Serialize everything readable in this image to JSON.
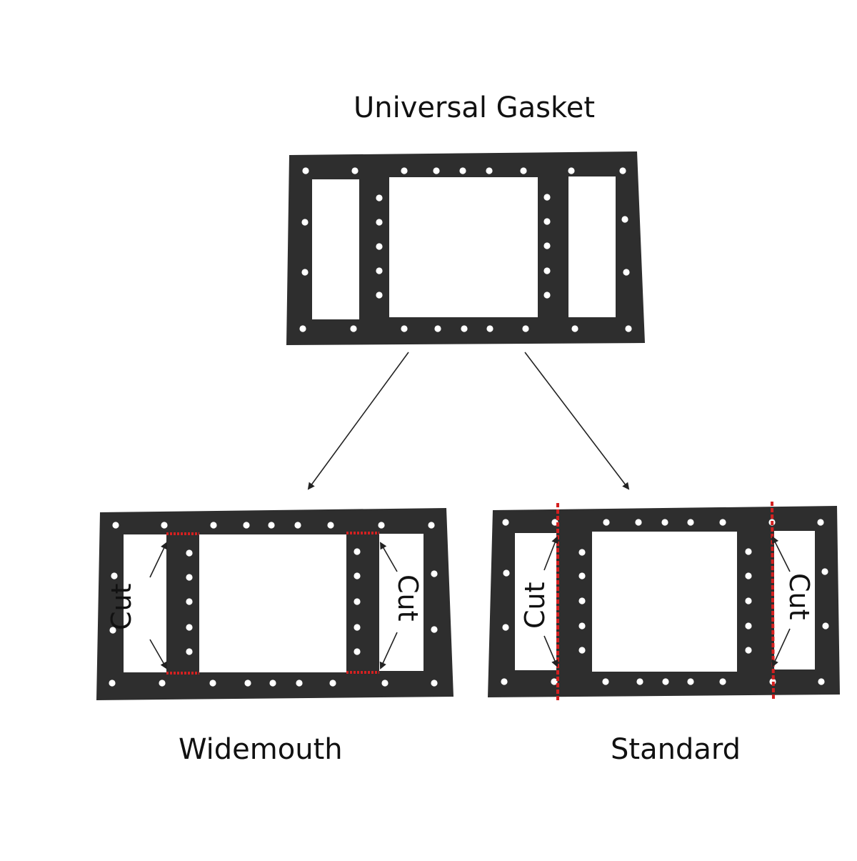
{
  "title": "Universal Gasket",
  "widemouth": {
    "label": "Widemouth",
    "cut_label": "Cut"
  },
  "standard": {
    "label": "Standard",
    "cut_label": "Cut"
  },
  "colors": {
    "gasket": "#2e2e2e",
    "hole": "#ffffff",
    "cut_line": "#d42020",
    "arrow": "#222222"
  }
}
